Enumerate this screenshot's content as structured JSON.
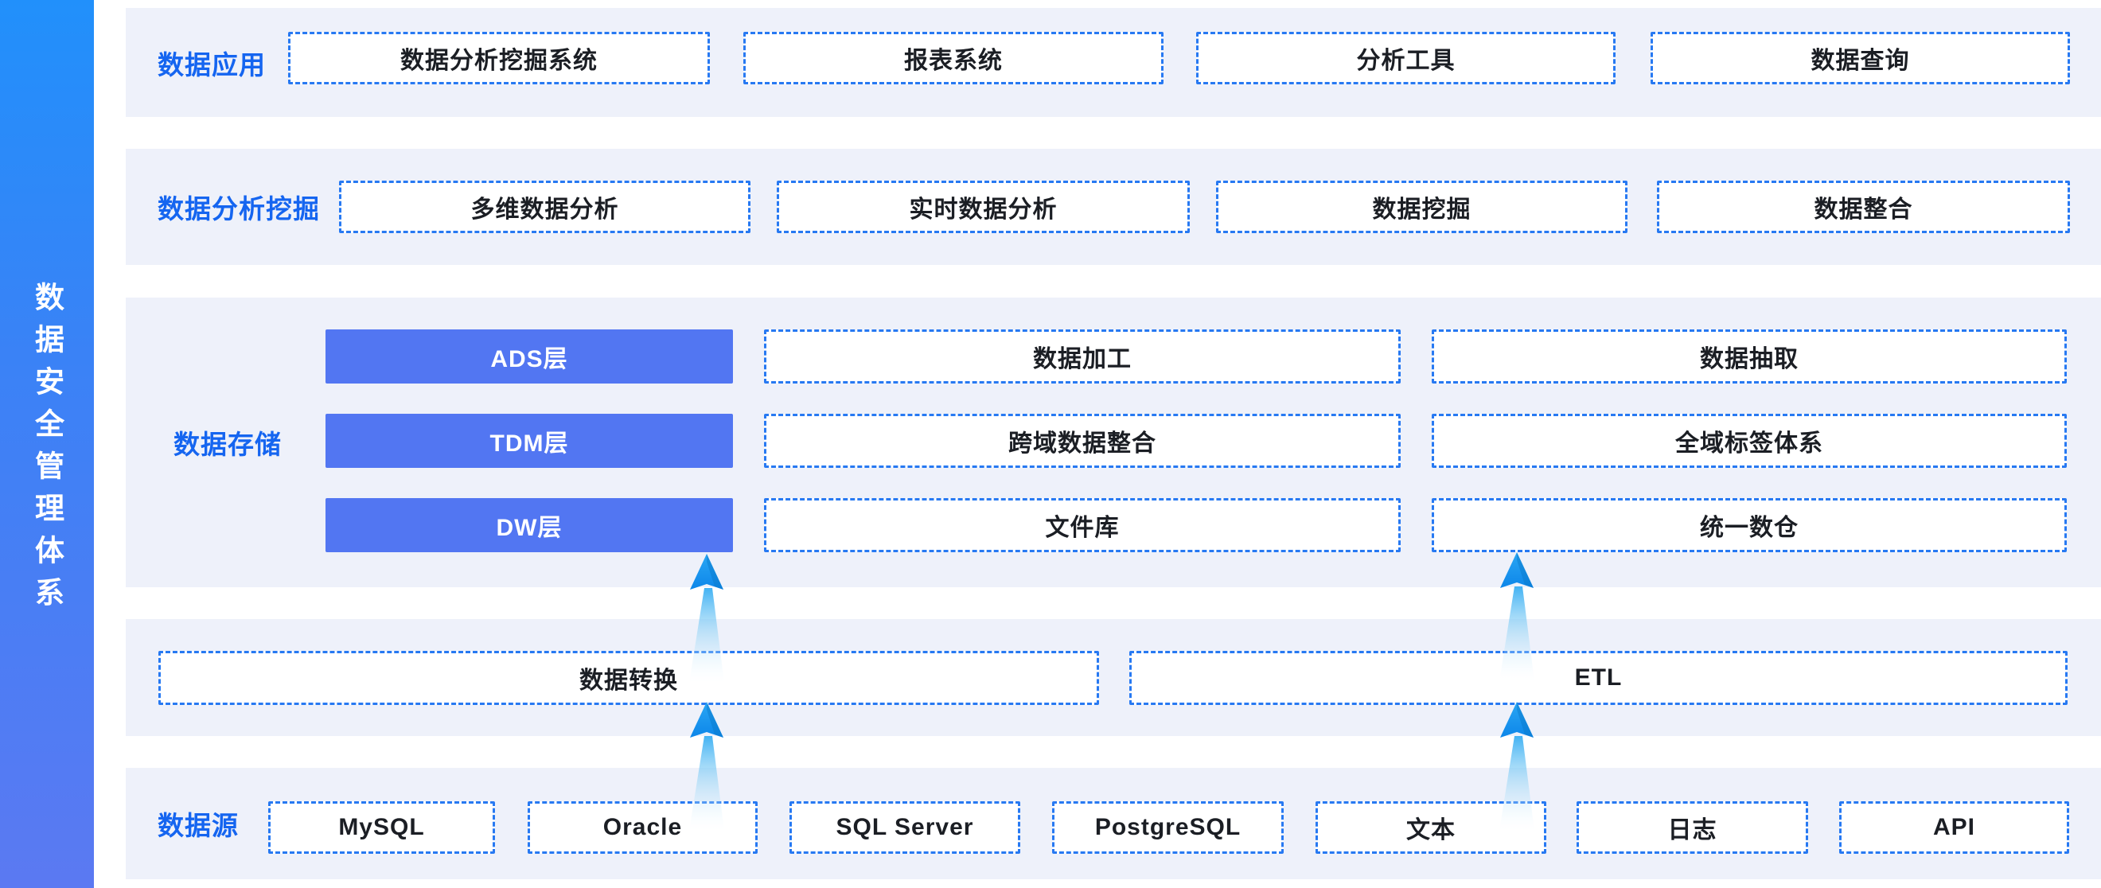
{
  "sidebar": {
    "title": "数据安全管理体系"
  },
  "colors": {
    "sidebar_gradient_top": "#2190fb",
    "sidebar_gradient_bottom": "#5b79f2",
    "panel_bg": "#eef1fa",
    "dashed_border_blue": "#2779f2",
    "solid_box_blue": "#5276f2",
    "row_label_blue": "#1565f0",
    "box_text": "#1b1e24",
    "arrow_blue": "#0f8fee"
  },
  "layers": {
    "application": {
      "label": "数据应用",
      "boxes": [
        "数据分析挖掘系统",
        "报表系统",
        "分析工具",
        "数据查询"
      ]
    },
    "analysis_mining": {
      "label": "数据分析挖掘",
      "boxes": [
        "多维数据分析",
        "实时数据分析",
        "数据挖掘",
        "数据整合"
      ]
    },
    "storage": {
      "label": "数据存储",
      "warehouse_layers": [
        "ADS层",
        "TDM层",
        "DW层"
      ],
      "processing_column": [
        "数据加工",
        "跨域数据整合",
        "文件库"
      ],
      "extraction_column": [
        "数据抽取",
        "全域标签体系",
        "统一数仓"
      ]
    },
    "etl": {
      "boxes": [
        "数据转换",
        "ETL"
      ]
    },
    "source": {
      "label": "数据源",
      "boxes": [
        "MySQL",
        "Oracle",
        "SQL Server",
        "PostgreSQL",
        "文本",
        "日志",
        "API"
      ]
    }
  }
}
